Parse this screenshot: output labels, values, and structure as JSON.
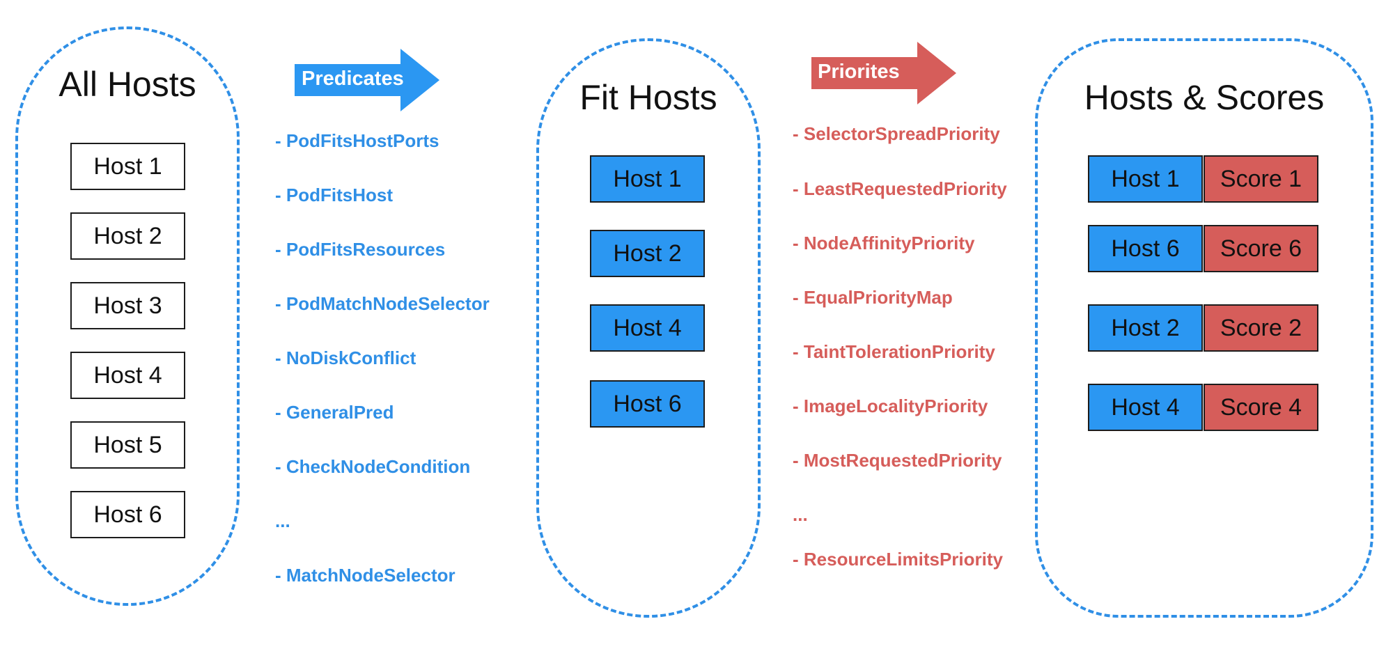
{
  "groups": {
    "all_hosts": {
      "title": "All Hosts",
      "hosts": [
        "Host 1",
        "Host 2",
        "Host 3",
        "Host 4",
        "Host 5",
        "Host 6"
      ]
    },
    "fit_hosts": {
      "title": "Fit Hosts",
      "hosts": [
        "Host 1",
        "Host 2",
        "Host 4",
        "Host 6"
      ]
    },
    "hosts_scores": {
      "title": "Hosts & Scores",
      "rows": [
        {
          "host": "Host 1",
          "score": "Score 1"
        },
        {
          "host": "Host 6",
          "score": "Score 6"
        },
        {
          "host": "Host 2",
          "score": "Score 2"
        },
        {
          "host": "Host 4",
          "score": "Score 4"
        }
      ]
    }
  },
  "arrows": {
    "predicates": "Predicates",
    "priorities": "Priorites"
  },
  "predicates": [
    "- PodFitsHostPorts",
    "- PodFitsHost",
    "- PodFitsResources",
    "- PodMatchNodeSelector",
    "- NoDiskConflict",
    "- GeneralPred",
    "- CheckNodeCondition",
    "...",
    "- MatchNodeSelector"
  ],
  "priorities": [
    "- SelectorSpreadPriority",
    "- LeastRequestedPriority",
    "- NodeAffinityPriority",
    "- EqualPriorityMap",
    "- TaintTolerationPriority",
    "- ImageLocalityPriority",
    "- MostRequestedPriority",
    "...",
    "- ResourceLimitsPriority"
  ],
  "colors": {
    "blue": "#2b97f2",
    "blue_text": "#2f8fe6",
    "red": "#d65d5a"
  }
}
